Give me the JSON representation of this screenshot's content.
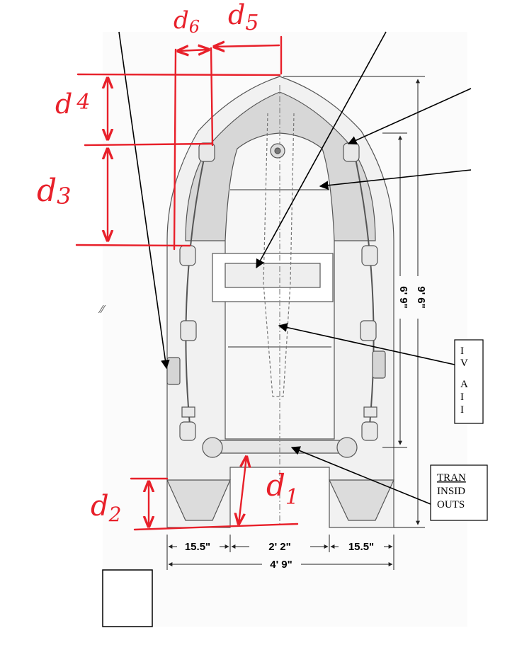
{
  "dimensions": {
    "tube_left": "15.5\"",
    "inner_width": "2' 2\"",
    "tube_right": "15.5\"",
    "overall_width": "4' 9\"",
    "inner_length": "6' 9\"",
    "overall_length": "9' 6\""
  },
  "callouts": {
    "box_top_lines": [
      "I",
      "V",
      "A",
      "I",
      "I"
    ],
    "box_bottom_lines": [
      "TRAN",
      "INSID",
      "OUTS"
    ]
  },
  "annotations": {
    "d1": {
      "main": "d",
      "sub": "1"
    },
    "d2": {
      "main": "d",
      "sub": "2"
    },
    "d3": {
      "main": "d",
      "sub": "3"
    },
    "d4": {
      "main": "d",
      "sub": "4"
    },
    "d5": {
      "main": "d",
      "sub": "5"
    },
    "d6": {
      "main": "d",
      "sub": "6"
    }
  },
  "colors": {
    "annotation": "#e8202a",
    "drawing": "#444444"
  }
}
